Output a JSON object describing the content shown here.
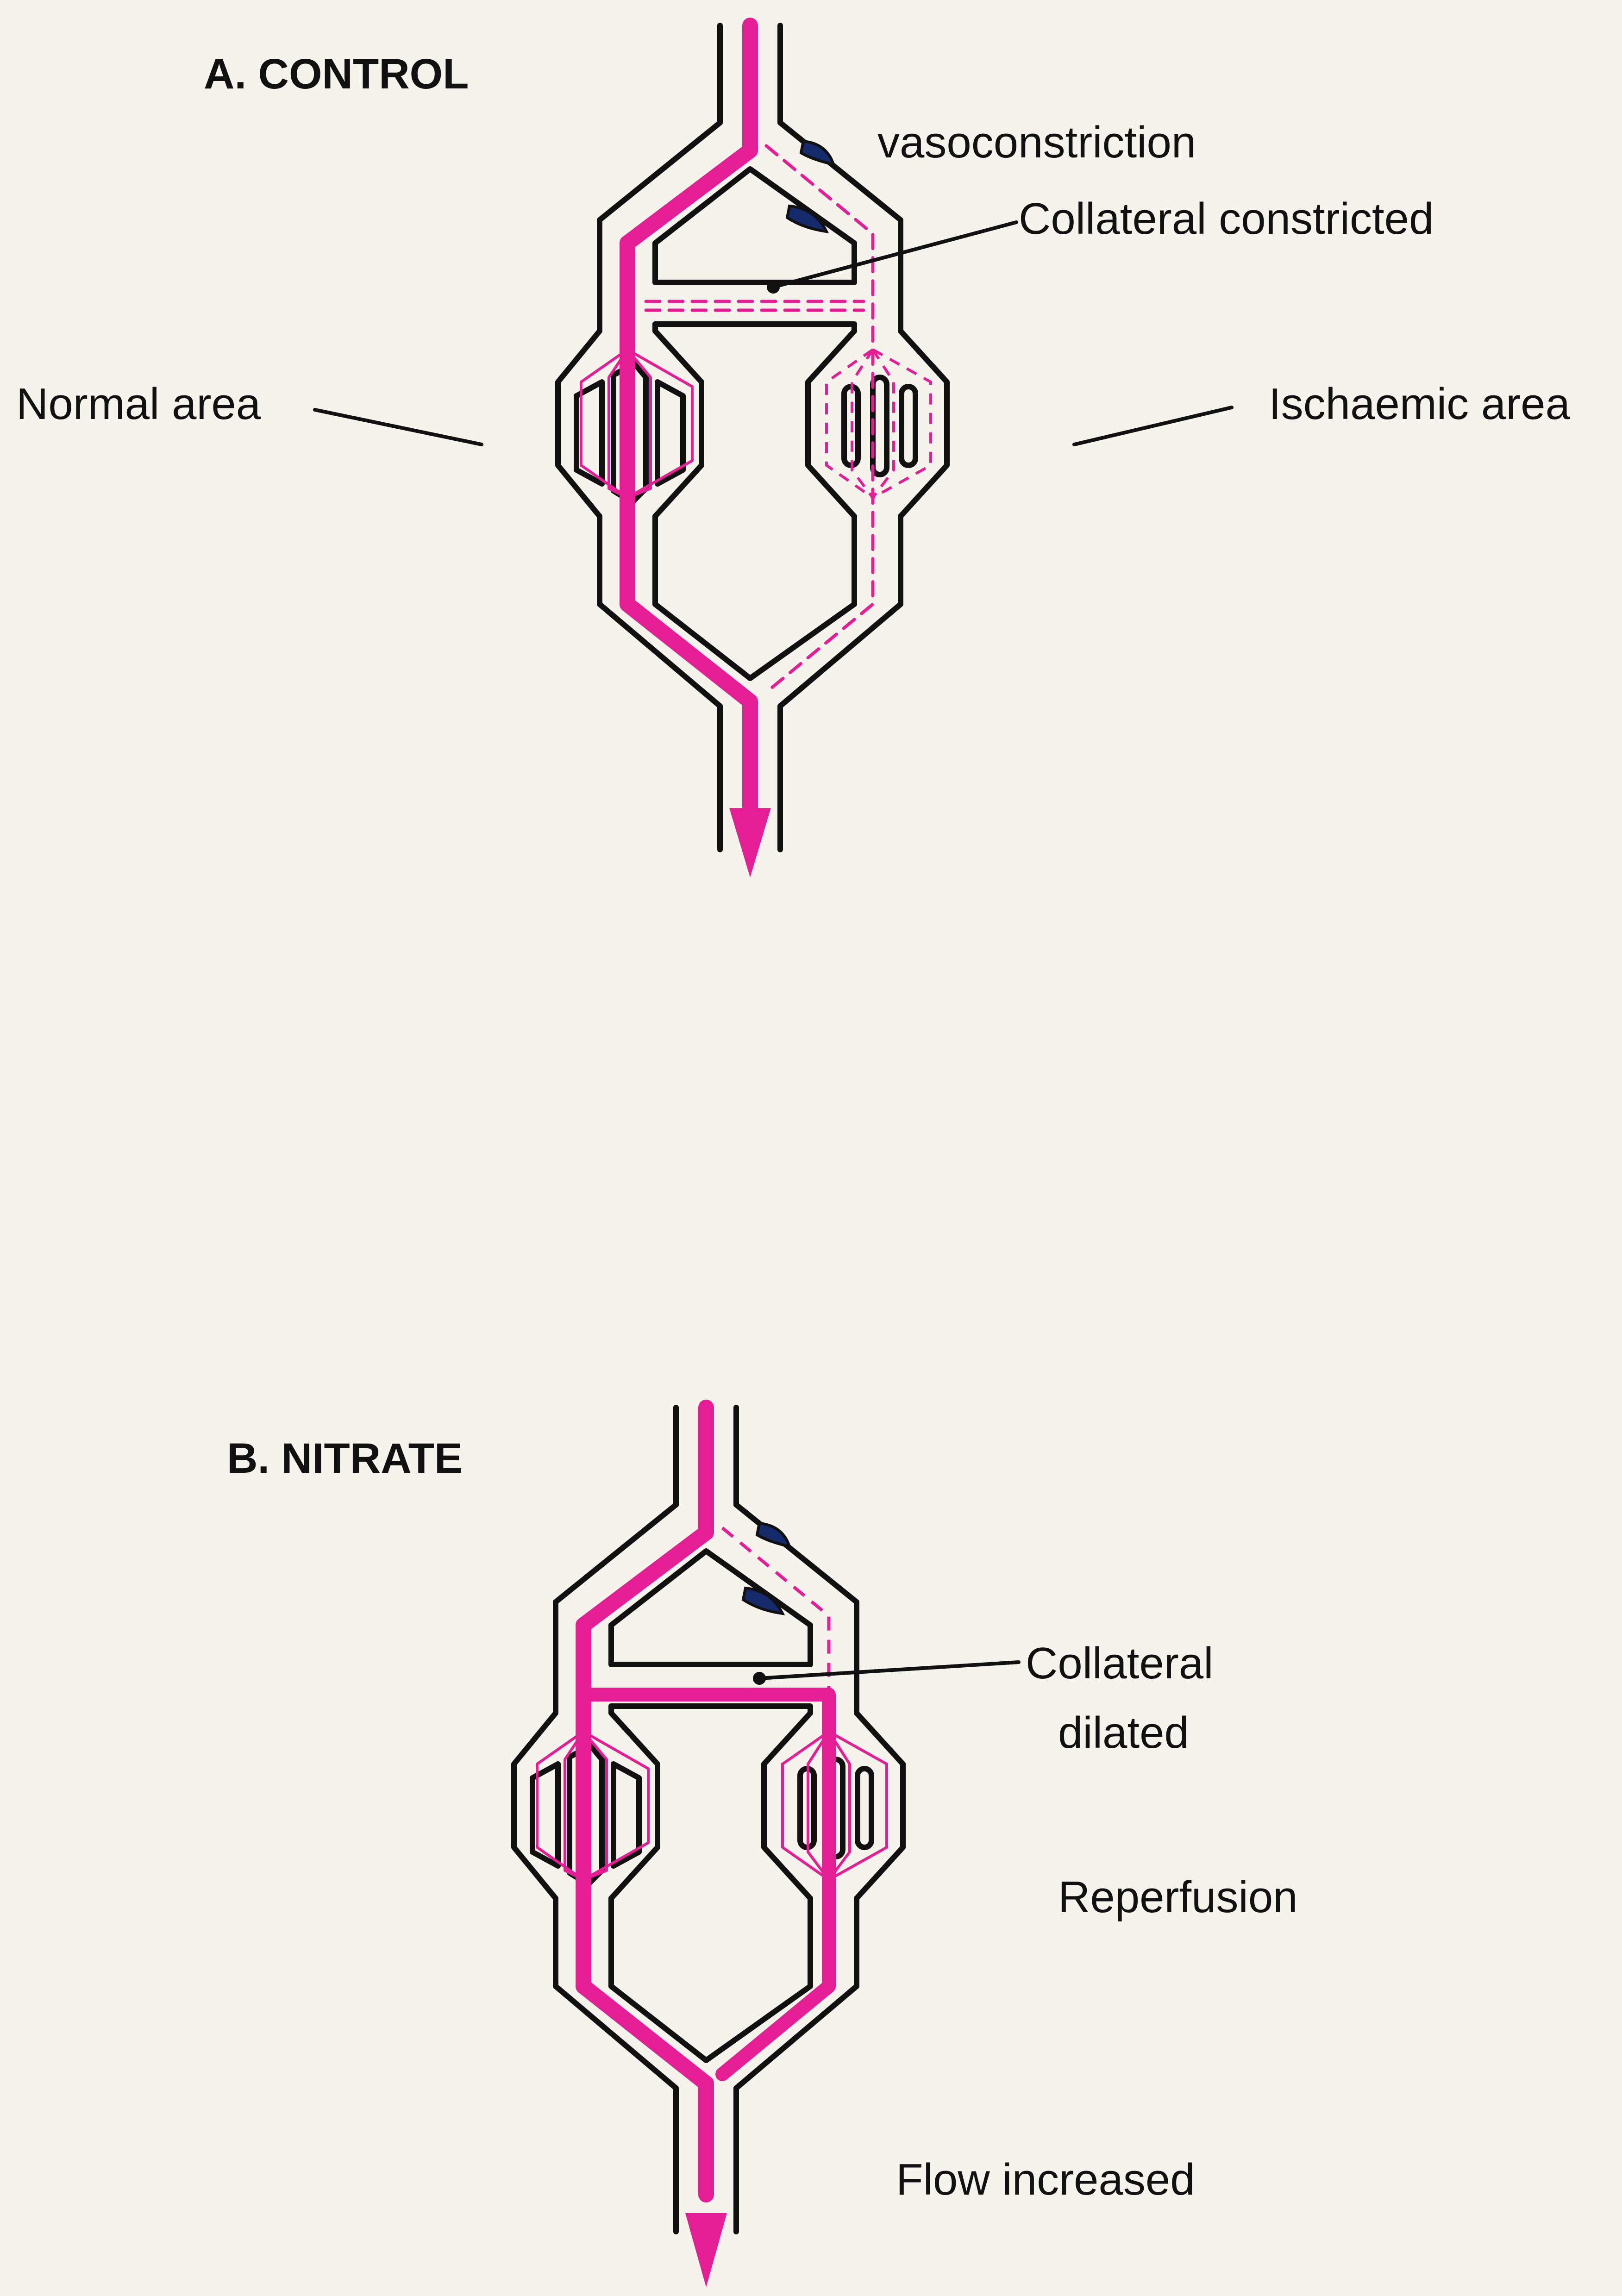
{
  "colors": {
    "background": "#f6f3ec",
    "vessel_outline": "#111111",
    "flow": "#e61e96",
    "vasoconstriction": "#152a6b"
  },
  "panel_a": {
    "heading": "A. CONTROL",
    "labels": {
      "vasoconstriction": "vasoconstriction",
      "collateral": "Collateral constricted",
      "normal_area": "Normal area",
      "ischaemic_area": "Ischaemic area"
    }
  },
  "panel_b": {
    "heading": "B. NITRATE",
    "labels": {
      "collateral_line1": "Collateral",
      "collateral_line2": "dilated",
      "reperfusion": "Reperfusion",
      "flow": "Flow increased"
    }
  }
}
